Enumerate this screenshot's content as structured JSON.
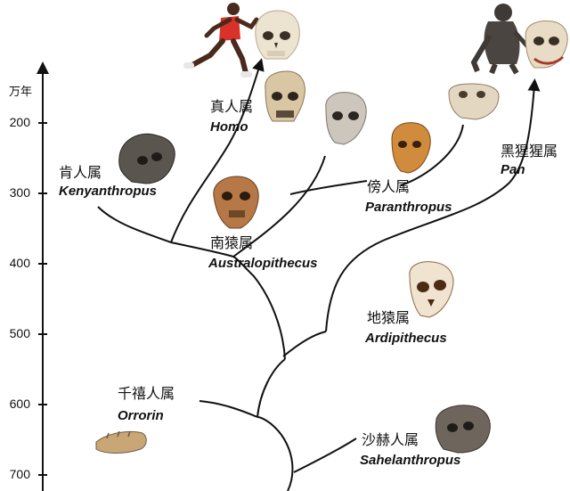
{
  "axis": {
    "unit": "万年",
    "ticks": [
      "200",
      "300",
      "400",
      "500",
      "600",
      "700"
    ]
  },
  "genera": {
    "homo": {
      "zh": "真人属",
      "latin": "Homo"
    },
    "kenyanthropus": {
      "zh": "肯人属",
      "latin": "Kenyanthropus"
    },
    "australopithecus": {
      "zh": "南猿属",
      "latin": "Australopithecus"
    },
    "paranthropus": {
      "zh": "傍人属",
      "latin": "Paranthropus"
    },
    "pan": {
      "zh": "黑猩猩属",
      "latin": "Pan"
    },
    "ardipithecus": {
      "zh": "地猿属",
      "latin": "Ardipithecus"
    },
    "orrorin": {
      "zh": "千禧人属",
      "latin": "Orrorin"
    },
    "sahelanthropus": {
      "zh": "沙赫人属",
      "latin": "Sahelanthropus"
    }
  },
  "colors": {
    "line": "#111111",
    "bone_light": "#e8dcc6",
    "bone_mid": "#c9a676",
    "bone_dark": "#6e5a45",
    "fossil_orange": "#d08b3d",
    "runner_shirt": "#d8322a",
    "skin": "#4a2a1c",
    "chimp_fur": "#3f3a35"
  }
}
